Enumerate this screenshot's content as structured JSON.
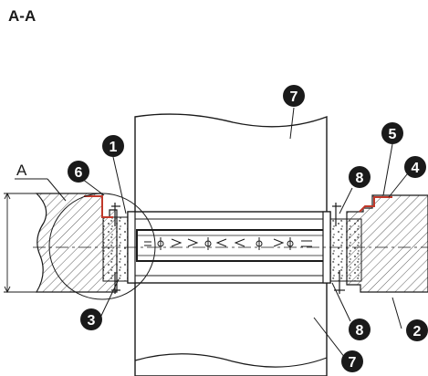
{
  "section_title": "A-A",
  "detail_label": "A",
  "callouts": {
    "c1": "1",
    "c2": "2",
    "c3": "3",
    "c4": "4",
    "c5": "5",
    "c6": "6",
    "c7_top": "7",
    "c7_bottom": "7",
    "c8_top": "8",
    "c8_bottom": "8"
  },
  "colors": {
    "line": "#1a1a1a",
    "callout_fill": "#1a1a1a",
    "callout_text": "#ffffff",
    "seal_red": "#c0392b",
    "background": "#ffffff"
  },
  "icons": {
    "callout_marker": "numbered-black-circle",
    "hatch": "diagonal-hatch",
    "concrete": "stipple-dots"
  }
}
